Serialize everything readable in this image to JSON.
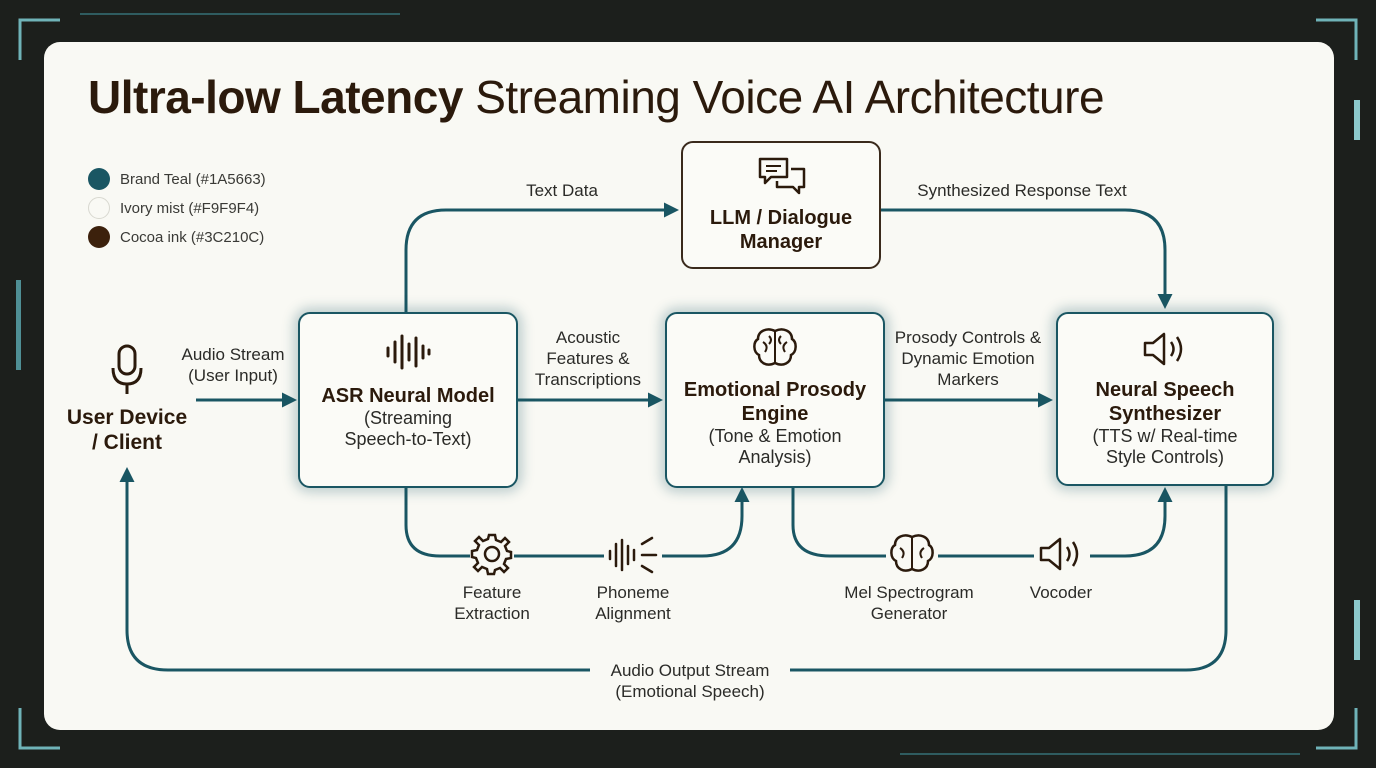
{
  "title": {
    "bold": "Ultra-low Latency",
    "rest": "Streaming Voice AI Architecture"
  },
  "legend": [
    {
      "label": "Brand Teal (#1A5663)",
      "color": "#1A5663"
    },
    {
      "label": "Ivory mist (#F9F9F4)",
      "color": "#F9F9F4"
    },
    {
      "label": "Cocoa ink (#3C210C)",
      "color": "#3C210C"
    }
  ],
  "nodes": {
    "user": {
      "title": "User Device / Client",
      "icon": "microphone-icon"
    },
    "asr": {
      "title": "ASR Neural Model",
      "subtitle": "(Streaming Speech-to-Text)",
      "icon": "waveform-icon"
    },
    "llm": {
      "title": "LLM / Dialogue Manager",
      "icon": "chat-bubbles-icon"
    },
    "prosody": {
      "title": "Emotional Prosody Engine",
      "subtitle": "(Tone & Emotion Analysis)",
      "icon": "brain-icon"
    },
    "tts": {
      "title": "Neural Speech Synthesizer",
      "subtitle": "(TTS w/ Real-time Style Controls)",
      "icon": "speaker-icon"
    }
  },
  "edges": {
    "audio_stream": "Audio Stream (User Input)",
    "acoustic": "Acoustic Features & Transcriptions",
    "prosody_controls": "Prosody Controls & Dynamic Emotion Markers",
    "text_data": "Text Data",
    "response_text": "Synthesized Response Text",
    "output": "Audio Output Stream (Emotional Speech)"
  },
  "substeps": {
    "feature": {
      "label": "Feature Extraction",
      "icon": "gear-icon"
    },
    "phoneme": {
      "label": "Phoneme Alignment",
      "icon": "waveform-icon"
    },
    "mel": {
      "label": "Mel Spectrogram Generator",
      "icon": "brain-icon"
    },
    "vocoder": {
      "label": "Vocoder",
      "icon": "speaker-icon"
    }
  },
  "colors": {
    "accent": "#1A5663",
    "background": "#F9F9F4",
    "ink": "#3C210C"
  }
}
